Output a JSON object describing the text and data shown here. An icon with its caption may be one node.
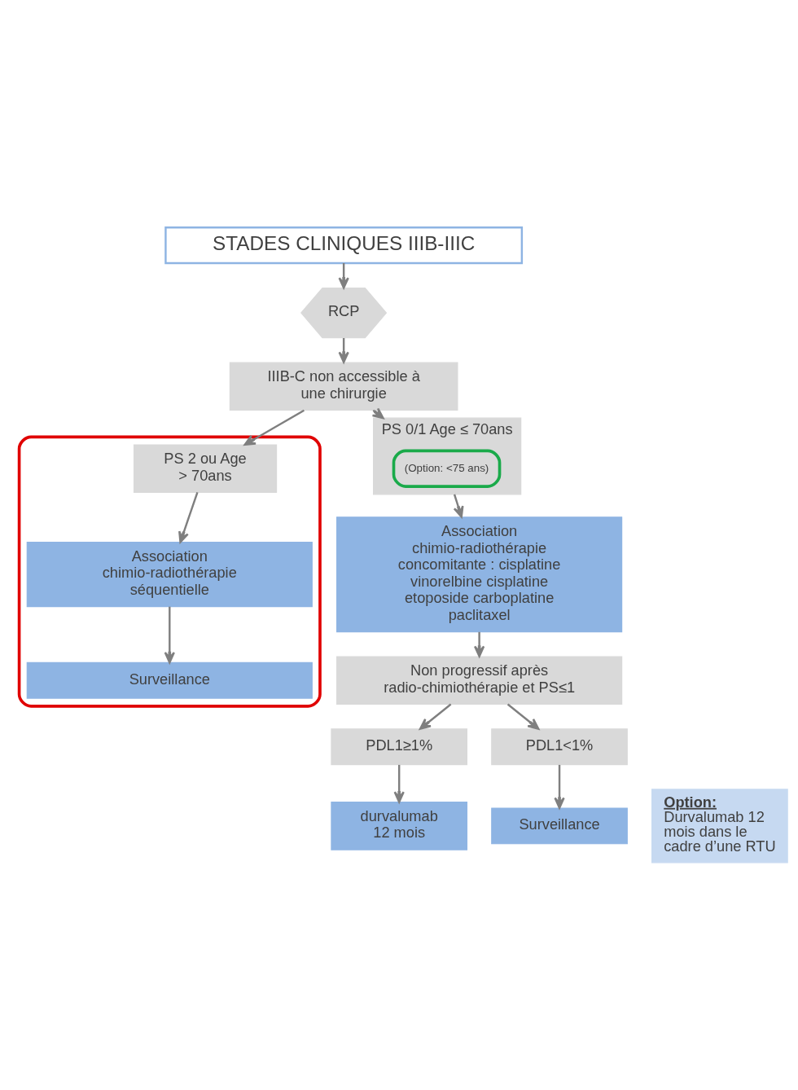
{
  "diagram": {
    "nodes": [
      {
        "text": [
          "STADES CLINIQUES IIIB-IIIC"
        ]
      },
      {
        "text": [
          "RCP"
        ]
      },
      {
        "text": [
          "IIIB-C non accessible à une chirurgie"
        ]
      },
      {
        "text": [
          "PS 0/1 Age ≤ 70ans"
        ]
      },
      {
        "text": [
          "(Option: <75 ans)"
        ],
        "in": 3
      },
      {
        "text": [],
        "shape": "box"
      },
      {
        "text": [
          "PS 2 ou Age > 70ans"
        ],
        "in": 5
      },
      {
        "text": [
          "Association chimio-radiothérapie séquentielle"
        ],
        "in": 5
      },
      {
        "text": [
          "Surveillance"
        ],
        "in": 5
      },
      {
        "text": [
          "Association chimio-radiothérapie concomitante : cisplatine vinorelbine cisplatine etoposide carboplatine paclitaxel"
        ]
      },
      {
        "text": [
          "Non progressif après radio-chimiothérapie et PS≤1"
        ]
      },
      {
        "text": [
          "PDL1≥1%"
        ]
      },
      {
        "text": [
          "PDL1<1%"
        ]
      },
      {
        "text": [
          "durvalumab 12 mois"
        ]
      },
      {
        "text": [
          "Surveillance"
        ]
      },
      {
        "text": [
          "Option:",
          "Durvalumab 12 mois dans le cadre d’une RTU"
        ]
      }
    ],
    "edges": [
      {
        "from": 0,
        "to": 1,
        "arrow": "to"
      },
      {
        "from": 1,
        "to": 2,
        "arrow": "to"
      },
      {
        "from": 2,
        "to": 3,
        "arrow": "to"
      },
      {
        "from": 2,
        "to": 6,
        "arrow": "to"
      },
      {
        "from": 3,
        "to": 9,
        "arrow": "to"
      },
      {
        "from": 6,
        "to": 7,
        "arrow": "to"
      },
      {
        "from": 7,
        "to": 8,
        "arrow": "to"
      },
      {
        "from": 9,
        "to": 10,
        "arrow": "to"
      },
      {
        "from": 10,
        "to": 11,
        "arrow": "to"
      },
      {
        "from": 10,
        "to": 12,
        "arrow": "to"
      },
      {
        "from": 11,
        "to": 13,
        "arrow": "to"
      },
      {
        "from": 12,
        "to": 14,
        "arrow": "to"
      }
    ]
  }
}
